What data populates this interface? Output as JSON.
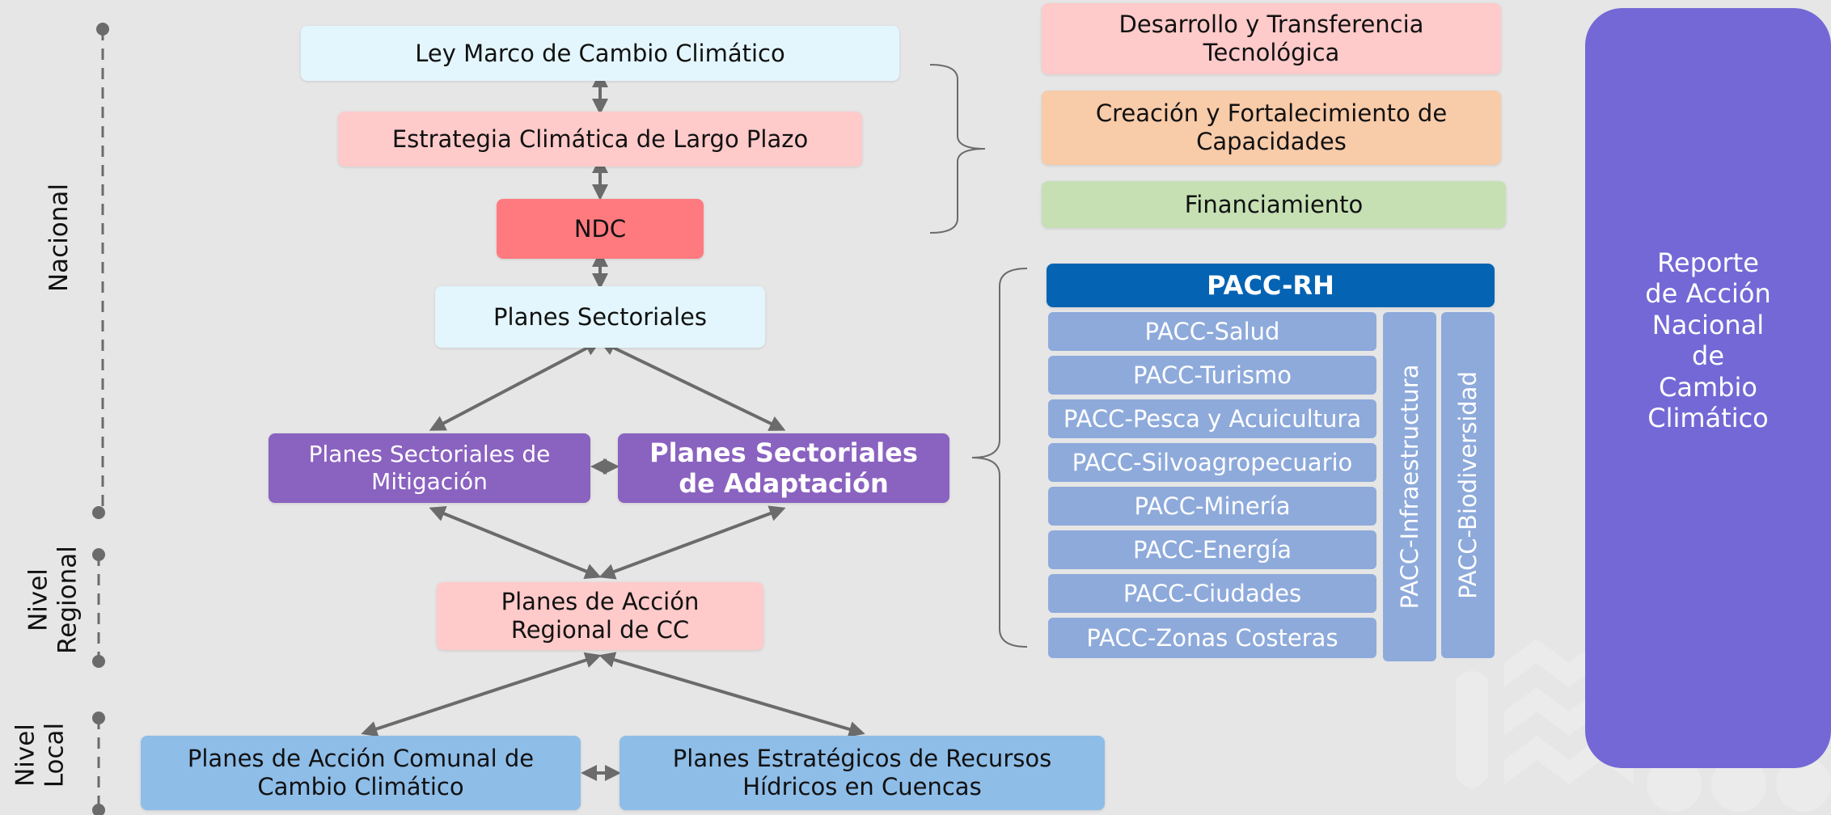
{
  "colors": {
    "background": "#e6e6e6",
    "light_blue": "#e3f6fd",
    "pink": "#ffcaca",
    "ndc_red": "#ff7a7f",
    "purple": "#8a62c0",
    "blue_local": "#8ebde8",
    "orange": "#f8cba9",
    "green": "#c6e0b4",
    "pacc_header": "#0563b3",
    "pacc_item": "#8eaadb",
    "report_purple": "#7468d6",
    "arrow_gray": "#6b6b6b"
  },
  "levels": {
    "nacional": "Nacional",
    "regional": "Nivel\nRegional",
    "local": "Nivel\nLocal"
  },
  "nodes": {
    "ley_marco": "Ley Marco de Cambio Climático",
    "estrategia": "Estrategia Climática de Largo Plazo",
    "ndc": "NDC",
    "planes_sectoriales": "Planes Sectoriales",
    "mitigacion": "Planes Sectoriales de Mitigación",
    "adaptacion": "Planes Sectoriales de Adaptación",
    "regional": "Planes de Acción Regional de CC",
    "comunal": "Planes de Acción Comunal de Cambio Climático",
    "cuencas": "Planes Estratégicos de Recursos Hídricos en Cuencas"
  },
  "means": {
    "desarrollo": "Desarrollo y Transferencia Tecnológica",
    "capacidades": "Creación y Fortalecimiento de Capacidades",
    "financiamiento": "Financiamiento"
  },
  "pacc": {
    "header": "PACC-RH",
    "items": [
      "PACC-Salud",
      "PACC-Turismo",
      "PACC-Pesca y Acuicultura",
      "PACC-Silvoagropecuario",
      "PACC-Minería",
      "PACC-Energía",
      "PACC-Ciudades",
      "PACC-Zonas Costeras"
    ],
    "infraestructura": "PACC-Infraestructura",
    "biodiversidad": "PACC-Biodiversidad"
  },
  "report": {
    "text": "Reporte\nde Acción\nNacional\nde\nCambio\nClimático"
  }
}
